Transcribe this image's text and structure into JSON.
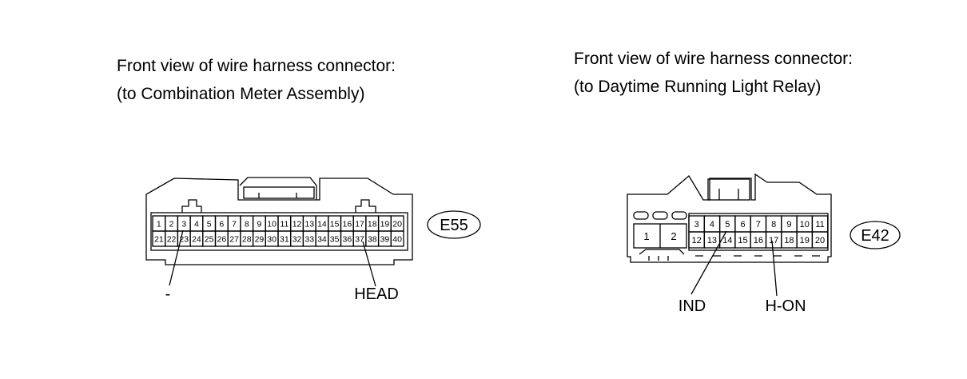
{
  "left": {
    "caption_line1": "Front view of wire harness connector:",
    "caption_line2": "(to Combination Meter Assembly)",
    "connector_id": "E55",
    "pins_row1": [
      "1",
      "2",
      "3",
      "4",
      "5",
      "6",
      "7",
      "8",
      "9",
      "10",
      "11",
      "12",
      "13",
      "14",
      "15",
      "16",
      "17",
      "18",
      "19",
      "20"
    ],
    "pins_row2": [
      "21",
      "22",
      "23",
      "24",
      "25",
      "26",
      "27",
      "28",
      "29",
      "30",
      "31",
      "32",
      "33",
      "34",
      "35",
      "36",
      "37",
      "38",
      "39",
      "40"
    ],
    "label_left": "-",
    "label_right": "HEAD"
  },
  "right": {
    "caption_line1": "Front view of wire harness connector:",
    "caption_line2": "(to Daytime Running Light Relay)",
    "connector_id": "E42",
    "big_pins": [
      "1",
      "2"
    ],
    "pins_row1": [
      "3",
      "4",
      "5",
      "6",
      "7",
      "8",
      "9",
      "10",
      "11"
    ],
    "pins_row2": [
      "12",
      "13",
      "14",
      "15",
      "16",
      "17",
      "18",
      "19",
      "20"
    ],
    "label_left": "IND",
    "label_right": "H-ON"
  }
}
